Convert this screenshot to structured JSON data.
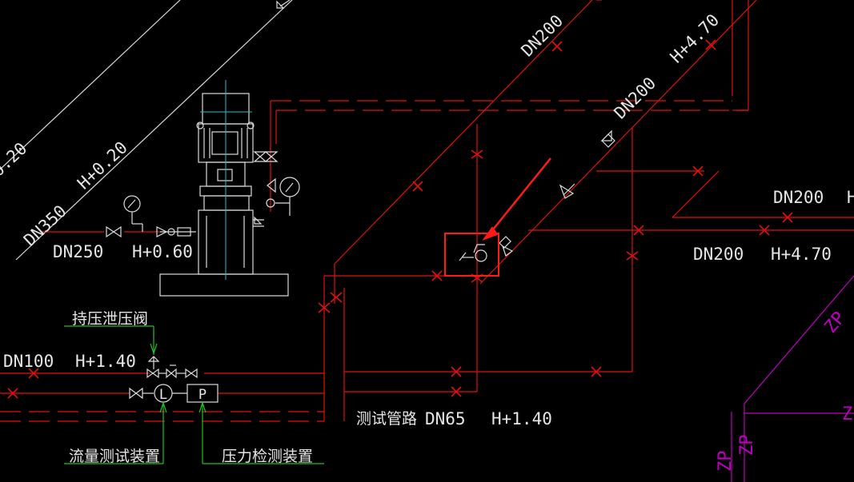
{
  "drawing": {
    "background_color": "#000000",
    "pipe_color": "#e01010",
    "equipment_color": "#dcdcdc",
    "leader_color": "#20c020",
    "zp_color": "#c000c0",
    "highlight_color": "#ff1a1a"
  },
  "labels": {
    "dn350": "DN350",
    "h020": "H+0.20",
    "partial_020": "0.20",
    "dn250": "DN250",
    "h060": "H+0.60",
    "dn200_top": "DN200",
    "h470_top": "H+4.70",
    "dn200_mid": "DN200",
    "dn200_right_top": "DN200",
    "h_right_partial": "H",
    "dn200_right": "DN200",
    "h470_right": "H+4.70",
    "pressure_valve": "持压泄压阀",
    "dn100": "DN100",
    "h140_left": "H+1.40",
    "gauge_p": "P",
    "flow_l": "L",
    "test_pipe": "测试管路",
    "dn65": "DN65",
    "h140_bottom": "H+1.40",
    "flow_device": "流量测试装置",
    "pressure_device": "压力检测装置",
    "zp_diag": "ZP",
    "zp_v1": "ZP",
    "zp_v2": "ZP",
    "z_right": "Z"
  }
}
